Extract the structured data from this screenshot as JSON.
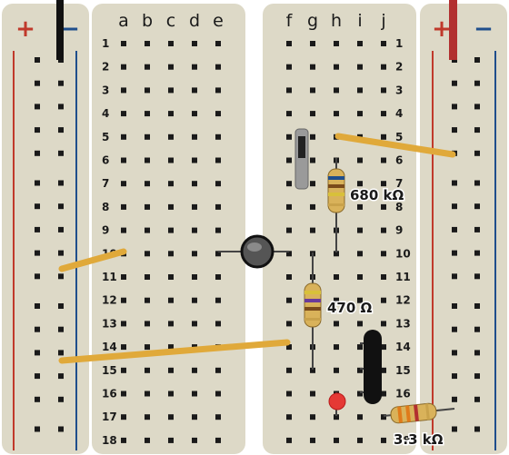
{
  "breadboard": {
    "columns_left": [
      "a",
      "b",
      "c",
      "d",
      "e"
    ],
    "columns_right": [
      "f",
      "g",
      "h",
      "i",
      "j"
    ],
    "rows": [
      "1",
      "2",
      "3",
      "4",
      "5",
      "6",
      "7",
      "8",
      "9",
      "10",
      "11",
      "12",
      "13",
      "14",
      "15",
      "16",
      "17",
      "18"
    ],
    "rail_left": {
      "plus": "+",
      "minus": "−"
    },
    "rail_right": {
      "plus": "+",
      "minus": "−"
    }
  },
  "components": {
    "resistors": [
      {
        "label": "680 kΩ"
      },
      {
        "label": "470 Ω"
      },
      {
        "label": "3.3 kΩ"
      }
    ]
  },
  "colors": {
    "board": "#ddd9c7",
    "hole": "#1a1a1a",
    "rail_plus": "#c0392b",
    "rail_minus": "#1f4e8c",
    "wire_jumper": "#e0a93a",
    "wire_black": "#111111",
    "wire_red": "#b23030",
    "led": "#e53935"
  }
}
